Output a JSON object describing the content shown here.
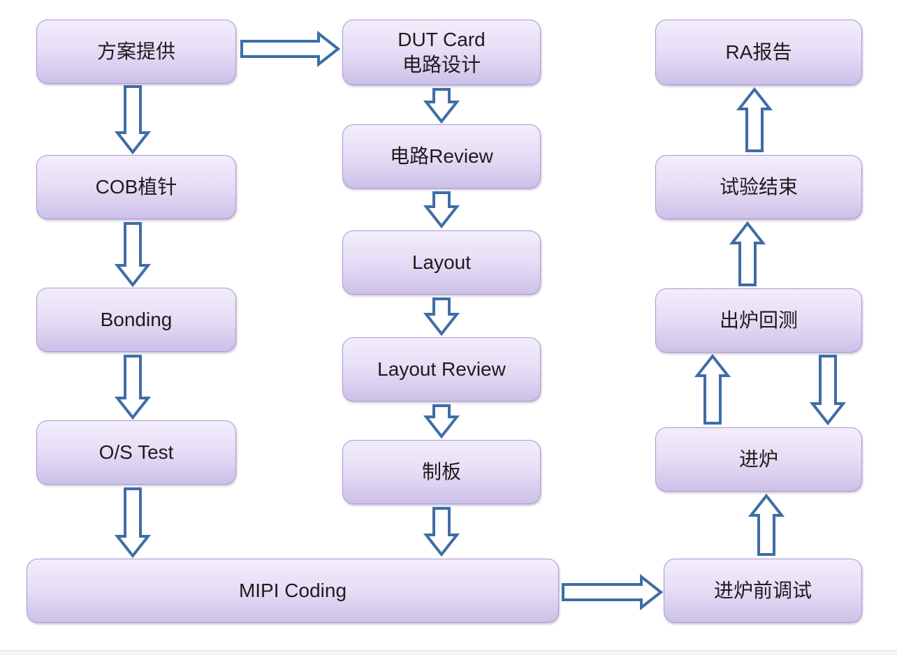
{
  "diagram": {
    "nodes": {
      "plan": "方案提供",
      "cob_pin": "COB植针",
      "bonding": "Bonding",
      "os_test": "O/S Test",
      "dut_card": "DUT Card\n电路设计",
      "circuit_review": "电路Review",
      "layout": "Layout",
      "layout_review": "Layout Review",
      "pcb_fab": "制板",
      "mipi_coding": "MIPI Coding",
      "pre_oven_debug": "进炉前调试",
      "oven_in": "进炉",
      "oven_out_retest": "出炉回测",
      "test_end": "试验结束",
      "ra_report": "RA报告"
    },
    "edges": [
      {
        "from": "plan",
        "to": "dut_card",
        "direction": "right"
      },
      {
        "from": "plan",
        "to": "cob_pin",
        "direction": "down"
      },
      {
        "from": "cob_pin",
        "to": "bonding",
        "direction": "down"
      },
      {
        "from": "bonding",
        "to": "os_test",
        "direction": "down"
      },
      {
        "from": "os_test",
        "to": "mipi_coding",
        "direction": "down"
      },
      {
        "from": "dut_card",
        "to": "circuit_review",
        "direction": "down"
      },
      {
        "from": "circuit_review",
        "to": "layout",
        "direction": "down"
      },
      {
        "from": "layout",
        "to": "layout_review",
        "direction": "down"
      },
      {
        "from": "layout_review",
        "to": "pcb_fab",
        "direction": "down"
      },
      {
        "from": "pcb_fab",
        "to": "mipi_coding",
        "direction": "down"
      },
      {
        "from": "mipi_coding",
        "to": "pre_oven_debug",
        "direction": "right"
      },
      {
        "from": "pre_oven_debug",
        "to": "oven_in",
        "direction": "up"
      },
      {
        "from": "oven_in",
        "to": "oven_out_retest",
        "direction": "up"
      },
      {
        "from": "oven_out_retest",
        "to": "oven_in",
        "direction": "down"
      },
      {
        "from": "oven_out_retest",
        "to": "test_end",
        "direction": "up"
      },
      {
        "from": "test_end",
        "to": "ra_report",
        "direction": "up"
      }
    ],
    "colors": {
      "box_fill_top": "#f2edfb",
      "box_fill_mid": "#e6def6",
      "box_fill_bottom": "#cdc0e8",
      "box_border": "#a89bd4",
      "arrow_stroke": "#3f6da6",
      "arrow_fill": "#ffffff",
      "text": "#1c1c1c"
    }
  }
}
